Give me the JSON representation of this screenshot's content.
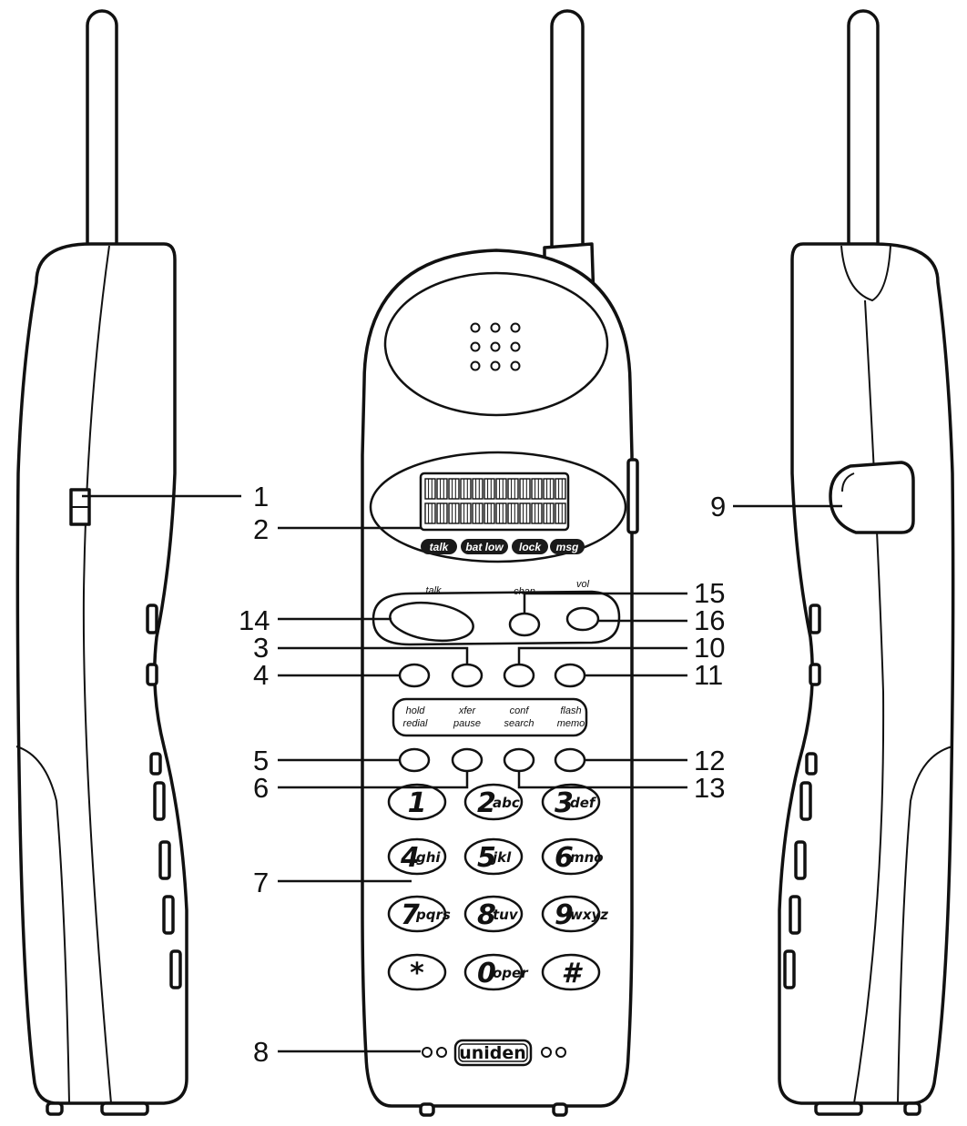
{
  "display": {
    "indicators": [
      "talk",
      "bat low",
      "lock",
      "msg"
    ]
  },
  "top_labels": {
    "talk": "talk",
    "chan": "chan",
    "vol": "vol"
  },
  "function_labels": [
    {
      "top": "hold",
      "bottom": "redial"
    },
    {
      "top": "xfer",
      "bottom": "pause"
    },
    {
      "top": "conf",
      "bottom": "search"
    },
    {
      "top": "flash",
      "bottom": "memo"
    }
  ],
  "keypad": [
    {
      "digit": "1",
      "letters": ""
    },
    {
      "digit": "2",
      "letters": "abc"
    },
    {
      "digit": "3",
      "letters": "def"
    },
    {
      "digit": "4",
      "letters": "ghi"
    },
    {
      "digit": "5",
      "letters": "jkl"
    },
    {
      "digit": "6",
      "letters": "mno"
    },
    {
      "digit": "7",
      "letters": "pqrs"
    },
    {
      "digit": "8",
      "letters": "tuv"
    },
    {
      "digit": "9",
      "letters": "wxyz"
    },
    {
      "digit": "*",
      "letters": ""
    },
    {
      "digit": "0",
      "letters": "oper"
    },
    {
      "digit": "#",
      "letters": ""
    }
  ],
  "brand": "uniden",
  "callouts": [
    "1",
    "2",
    "3",
    "4",
    "5",
    "6",
    "7",
    "8",
    "9",
    "10",
    "11",
    "12",
    "13",
    "14",
    "15",
    "16"
  ]
}
